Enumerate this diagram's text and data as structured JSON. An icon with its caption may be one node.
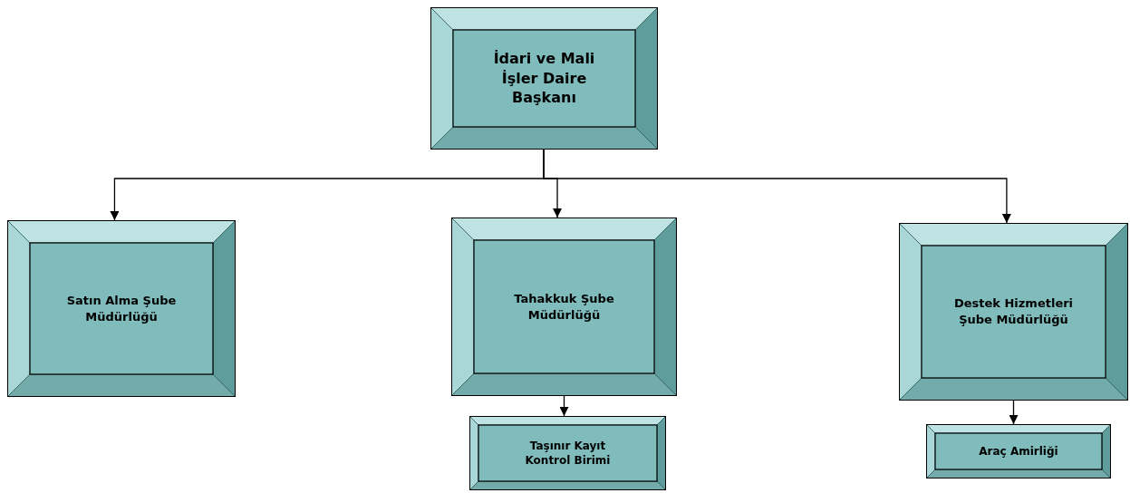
{
  "diagram": {
    "nodes": [
      {
        "text": [
          "İdari ve Mali İşler Daire Başkanı"
        ]
      },
      {
        "text": [
          "Satın Alma Şube Müdürlüğü"
        ]
      },
      {
        "text": [
          "Tahakkuk Şube Müdürlüğü"
        ]
      },
      {
        "text": [
          "Destek Hizmetleri Şube Müdürlüğü"
        ]
      },
      {
        "text": [
          "Taşınır Kayıt Kontrol Birimi"
        ]
      },
      {
        "text": [
          "Araç Amirliği"
        ]
      }
    ],
    "edges": [
      {
        "from": 0,
        "to": 1,
        "arrow": "to"
      },
      {
        "from": 0,
        "to": 2,
        "arrow": "to"
      },
      {
        "from": 0,
        "to": 3,
        "arrow": "to"
      },
      {
        "from": 2,
        "to": 4,
        "arrow": "to"
      },
      {
        "from": 3,
        "to": 5,
        "arrow": "to"
      }
    ]
  }
}
